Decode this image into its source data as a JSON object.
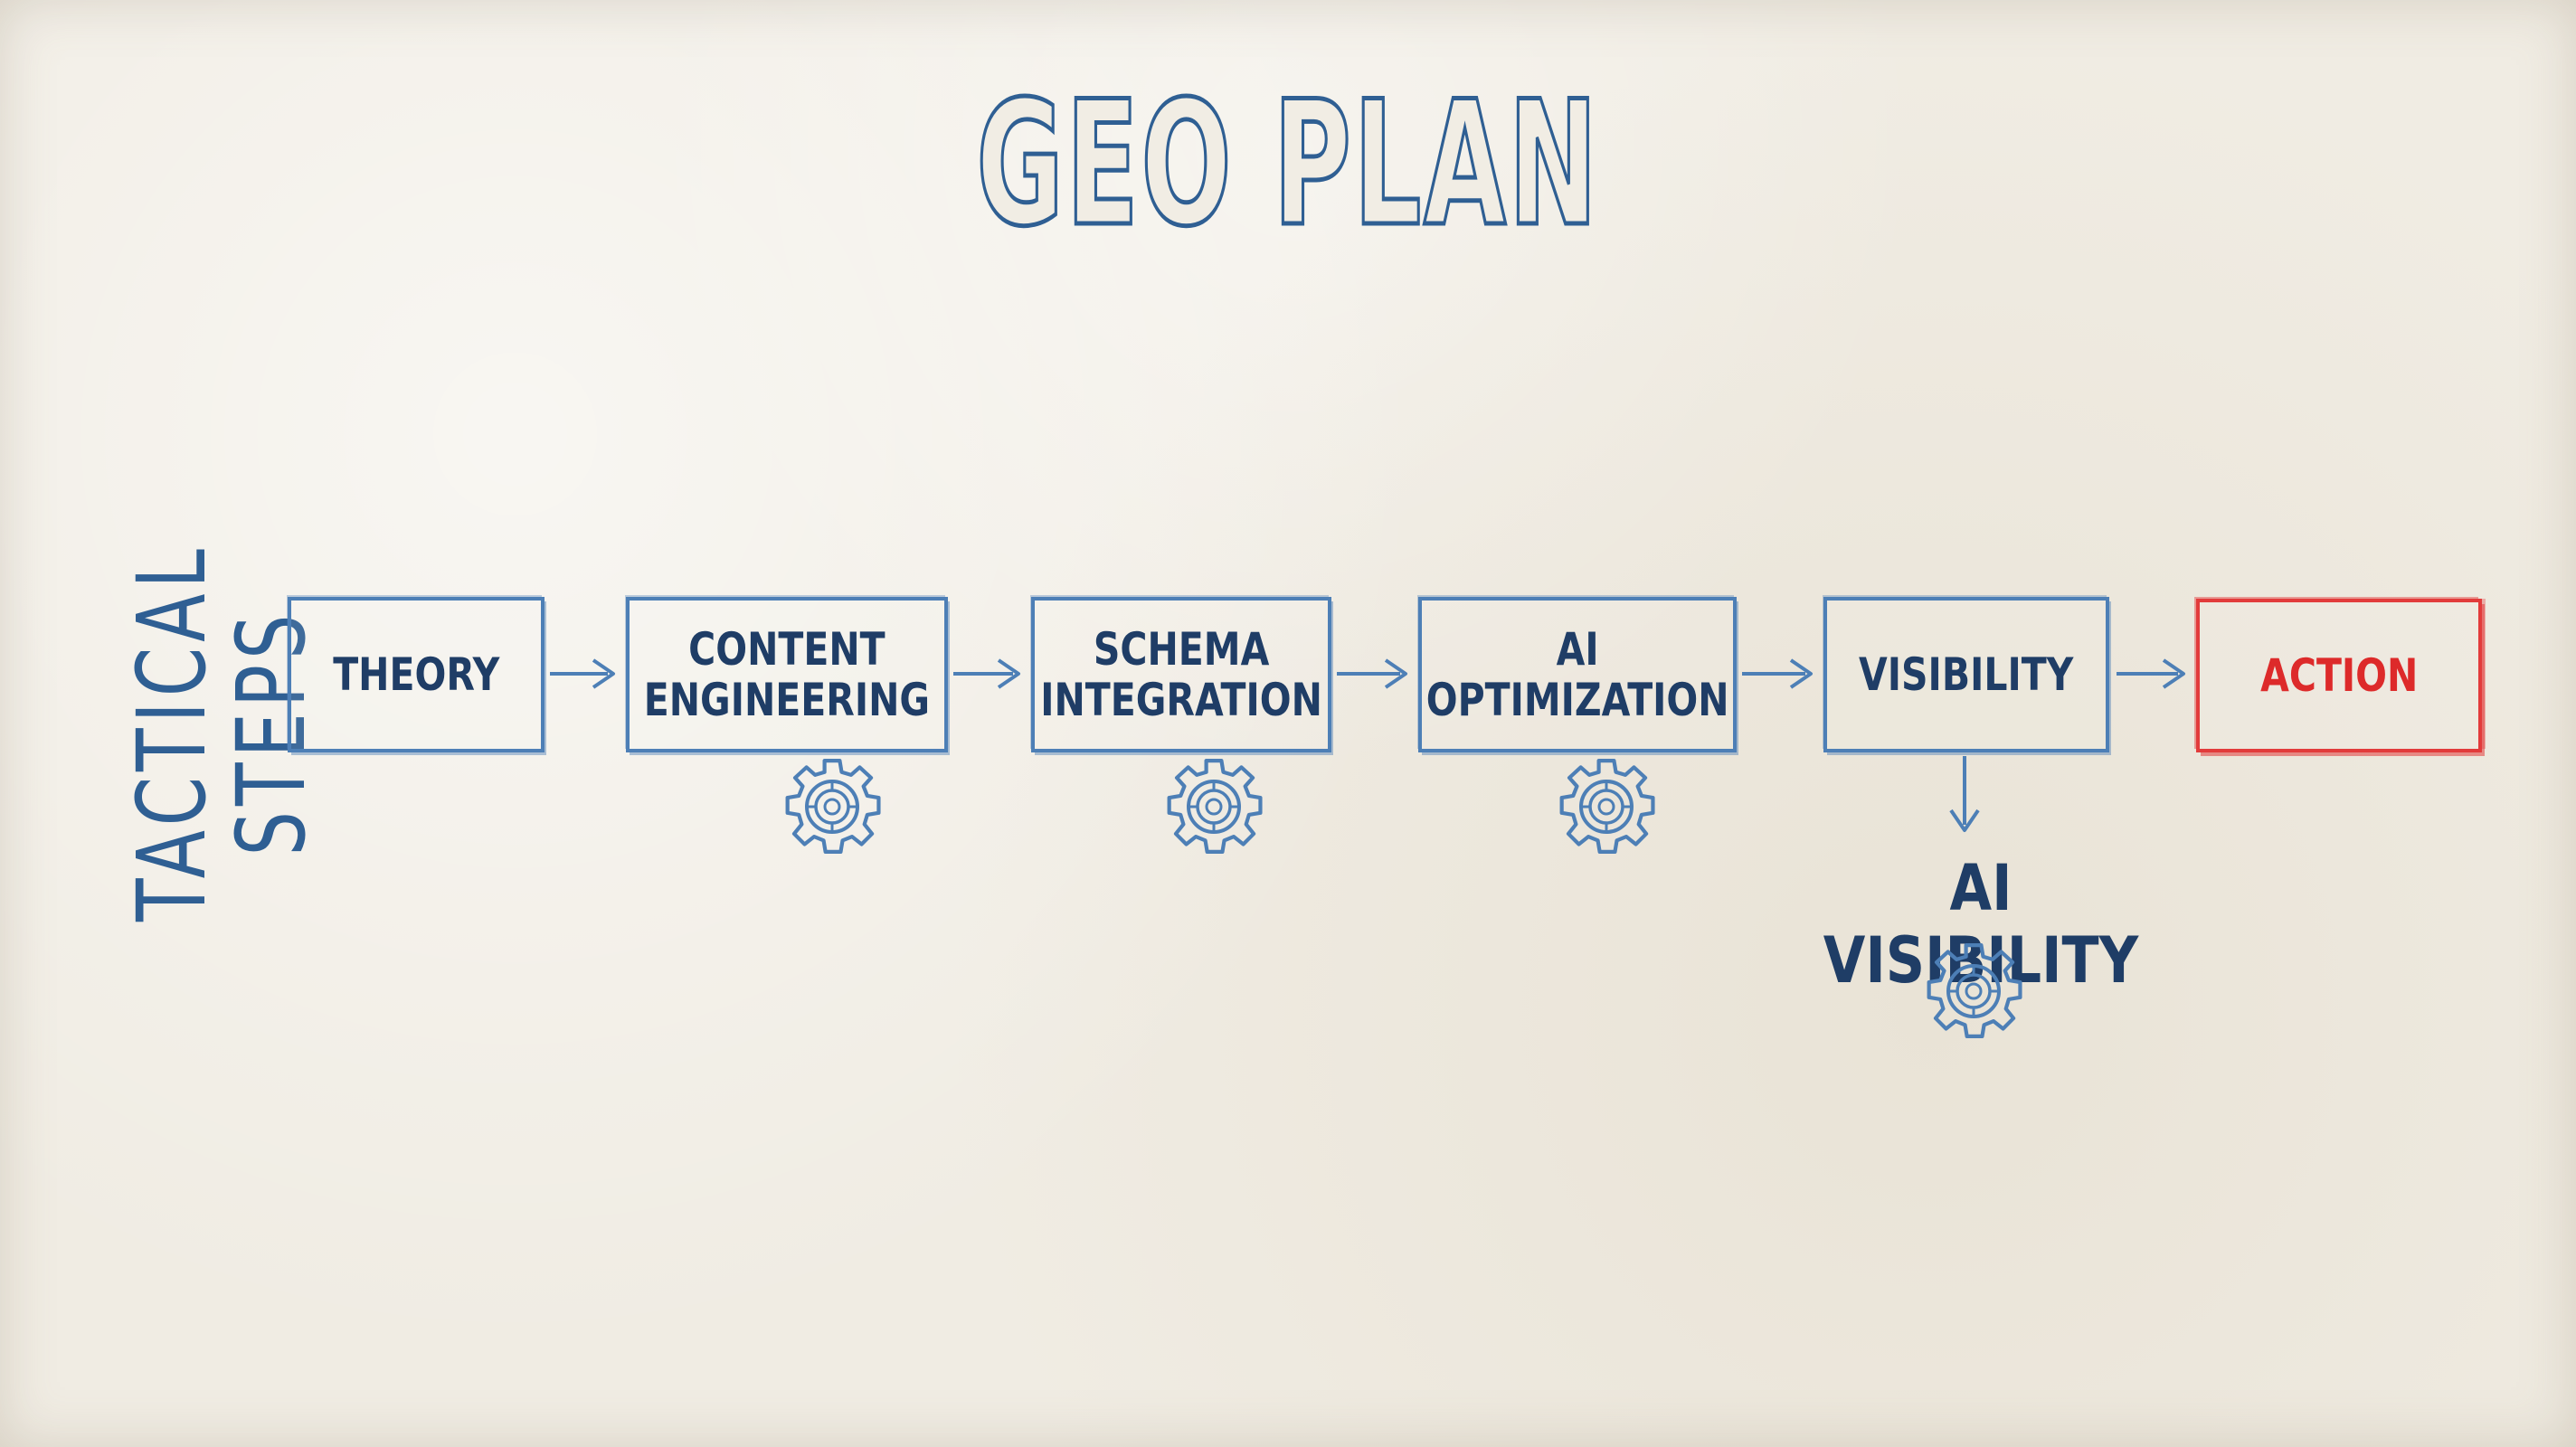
{
  "title": "GEO PLAN",
  "side_label": "TACTICAL STEPS",
  "steps": [
    {
      "label": "THEORY"
    },
    {
      "label": "CONTENT\nENGINEERING"
    },
    {
      "label": "SCHEMA\nINTEGRATION"
    },
    {
      "label": "AI\nOPTIMIZATION"
    },
    {
      "label": "VISIBILITY"
    },
    {
      "label": "ACTION"
    }
  ],
  "branch_label": "AI VISIBILITY",
  "colors": {
    "ink": "#1f3d66",
    "box_stroke": "#4d7fb6",
    "accent": "#e23b3b",
    "paper": "#f0ece3"
  },
  "icons": [
    "gear-icon"
  ]
}
